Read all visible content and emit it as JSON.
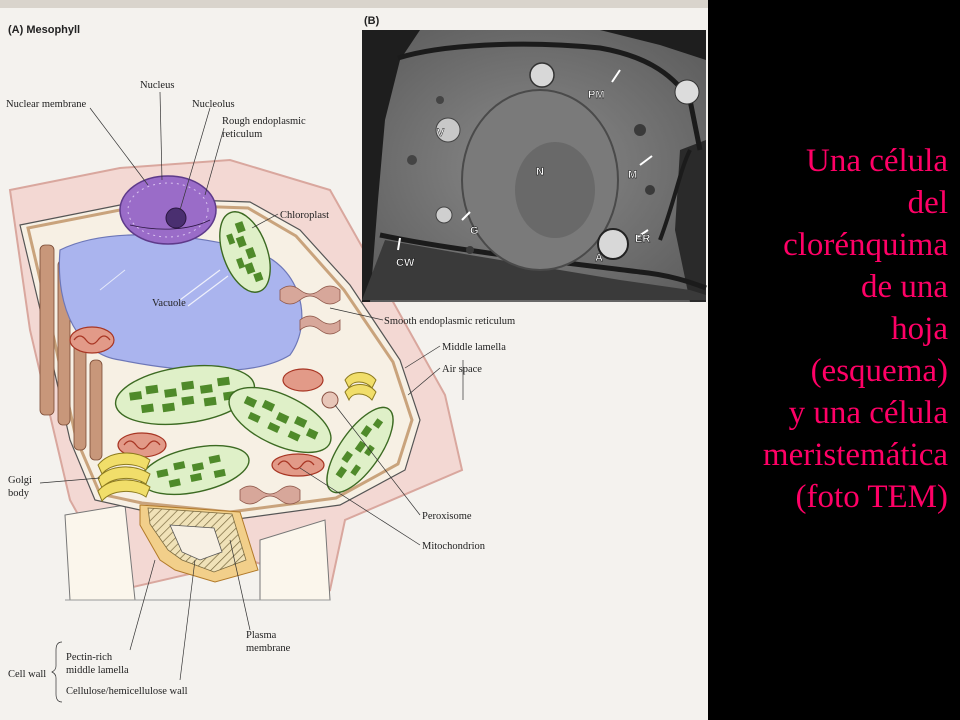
{
  "panel_a": {
    "title": "(A) Mesophyll",
    "labels": {
      "nucleus": "Nucleus",
      "nuclear_membrane": "Nuclear membrane",
      "nucleolus": "Nucleolus",
      "rough_er_1": "Rough endoplasmic",
      "rough_er_2": "reticulum",
      "chloroplast": "Chloroplast",
      "vacuole": "Vacuole",
      "smooth_er": "Smooth endoplasmic reticulum",
      "middle_lamella": "Middle lamella",
      "air_space": "Air space",
      "golgi_1": "Golgi",
      "golgi_2": "body",
      "peroxisome": "Peroxisome",
      "mitochondrion": "Mitochondrion",
      "plasma_membrane_1": "Plasma",
      "plasma_membrane_2": "membrane",
      "cell_wall": "Cell wall",
      "pectin_1": "Pectin-rich",
      "pectin_2": "middle lamella",
      "cellulose": "Cellulose/hemicellulose wall"
    }
  },
  "panel_b": {
    "title": "(B)",
    "labels": {
      "pm": "PM",
      "v": "V",
      "n": "N",
      "m": "M",
      "g": "G",
      "er": "ER",
      "a": "A",
      "cw": "CW"
    }
  },
  "caption": {
    "lines": [
      "Una célula",
      "del",
      "clorénquima",
      "de una",
      "hoja",
      "(esquema)",
      "y una célula",
      "meristemática",
      "(foto TEM)"
    ]
  },
  "colors": {
    "caption": "#ff0066",
    "background": "#000000",
    "vacuole": "#aab4ee",
    "nucleus": "#9a6cc8",
    "chloroplast_green": "#4f8a2a",
    "mitochondria": "#c04030"
  }
}
